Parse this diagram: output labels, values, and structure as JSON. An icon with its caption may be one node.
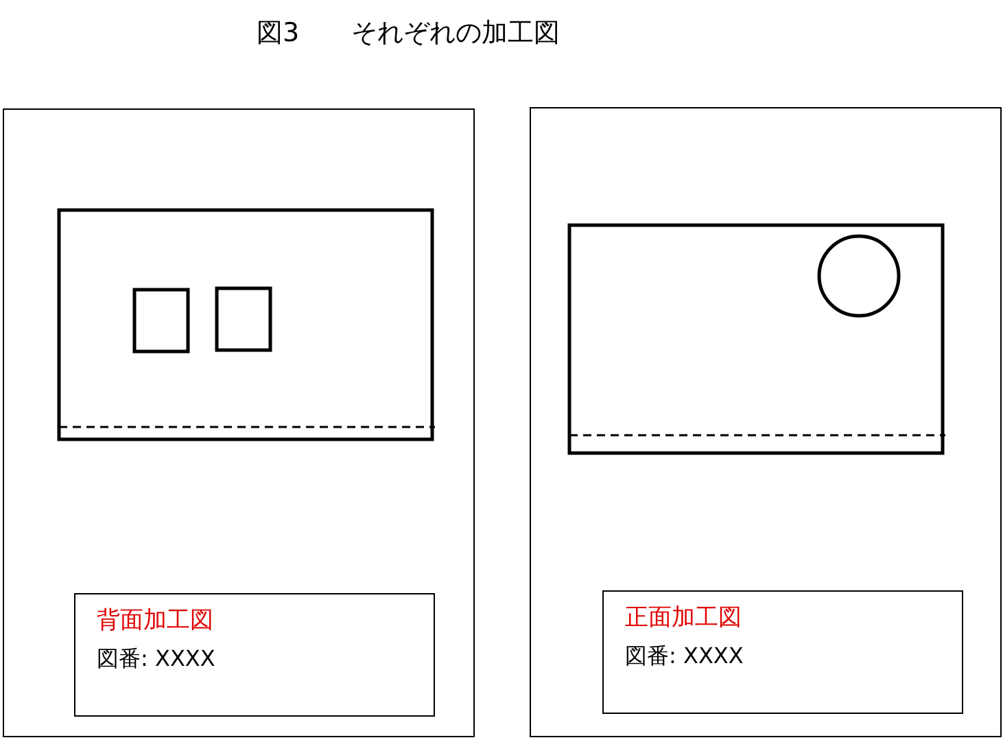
{
  "diagram": {
    "title": "図3　　それぞれの加工図",
    "nodes": [
      {
        "text": [],
        "shape": "box"
      },
      {
        "text": [
          "背面加工図",
          "図番: XXXX"
        ],
        "in": 0
      },
      {
        "text": [],
        "shape": "box"
      },
      {
        "text": [
          "正面加工図",
          "図番: XXXX"
        ],
        "in": 2
      }
    ]
  }
}
